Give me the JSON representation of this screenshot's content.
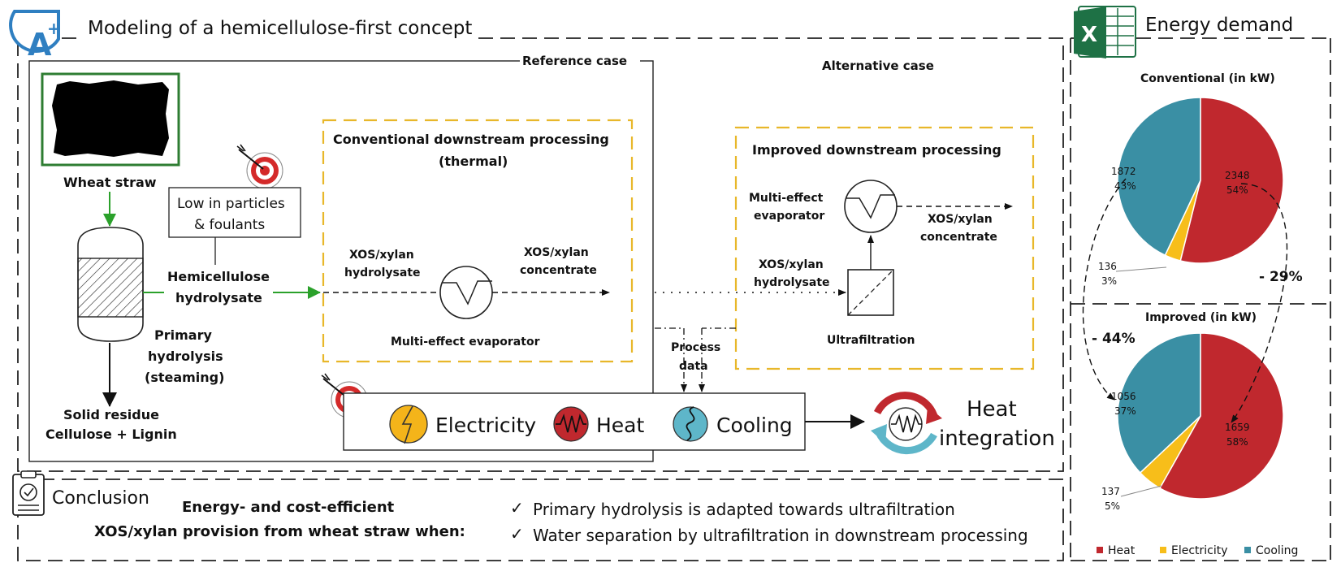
{
  "header": {
    "title": "Modeling of a hemicellulose-first concept",
    "logo_letter": "A",
    "logo_sup": "+"
  },
  "reference": {
    "label": "Reference case",
    "wheat_straw": "Wheat straw",
    "target_text": [
      "Low in particles",
      "& foulants"
    ],
    "reactor_label": [
      "Primary",
      "hydrolysis",
      "(steaming)"
    ],
    "hemi_label": [
      "Hemicellulose",
      "hydrolysate"
    ],
    "solid_label": [
      "Solid residue",
      "Cellulose + Lignin"
    ],
    "conv_title": [
      "Conventional downstream processing",
      "(thermal)"
    ],
    "conv_in": [
      "XOS/xylan",
      "hydrolysate"
    ],
    "conv_out": [
      "XOS/xylan",
      "concentrate"
    ],
    "conv_unit": "Multi-effect evaporator"
  },
  "alternative": {
    "label": "Alternative case",
    "title": "Improved downstream processing",
    "evap": [
      "Multi-effect",
      "evaporator"
    ],
    "out": [
      "XOS/xylan",
      "concentrate"
    ],
    "in": [
      "XOS/xylan",
      "hydrolysate"
    ],
    "uf": "Ultrafiltration",
    "process_data": [
      "Process",
      "data"
    ]
  },
  "utilities": {
    "electricity": "Electricity",
    "heat": "Heat",
    "cooling": "Cooling",
    "heat_integration": [
      "Heat",
      "integration"
    ]
  },
  "energy": {
    "title": "Energy demand",
    "excel_letter": "X",
    "colors": {
      "heat": "#C0282E",
      "electricity": "#F7BE1A",
      "cooling": "#3A8FA4"
    },
    "legend": [
      "Heat",
      "Electricity",
      "Cooling"
    ],
    "reduction_conv": "- 29%",
    "reduction_impr": "- 44%"
  },
  "chart_data": [
    {
      "type": "pie",
      "title": "Conventional (in kW)",
      "categories": [
        "Heat",
        "Electricity",
        "Cooling"
      ],
      "values": [
        2348,
        136,
        1872
      ],
      "labels": [
        "54%",
        "3%",
        "43%"
      ]
    },
    {
      "type": "pie",
      "title": "Improved (in kW)",
      "categories": [
        "Heat",
        "Electricity",
        "Cooling"
      ],
      "values": [
        1659,
        137,
        1056
      ],
      "labels": [
        "58%",
        "5%",
        "37%"
      ]
    }
  ],
  "conclusion": {
    "title": "Conclusion",
    "lead": [
      "Energy- and cost-efficient",
      "XOS/xylan provision from wheat straw when:"
    ],
    "items": [
      "Primary hydrolysis is adapted towards ultrafiltration",
      "Water separation by ultrafiltration in downstream processing"
    ],
    "check": "✓"
  }
}
